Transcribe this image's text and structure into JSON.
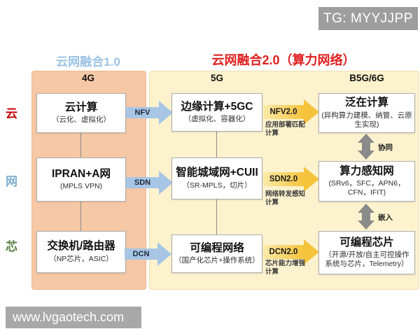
{
  "watermark_top": "TG: MYYJJPP",
  "watermark_bottom": "www.lvgaotech.com",
  "titles": {
    "v1": "云网融合1.0",
    "v2": "云网融合2.0（算力网络）"
  },
  "columns": {
    "c1": "4G",
    "c2": "5G",
    "c3": "B5G/6G"
  },
  "row_labels": {
    "cloud": "云",
    "network": "网",
    "chip": "芯"
  },
  "rows": [
    {
      "stage1": {
        "title": "云计算",
        "sub": "（云化、虚拟化）"
      },
      "arrow1": "NFV",
      "stage2": {
        "title": "边缘计算+5GC",
        "sub": "（虚拟化、容器化）"
      },
      "arrow2": "NFV2.0",
      "arrow2_note": "应用部署匹配计算",
      "stage3": {
        "title": "泛在计算",
        "sub": "(异构算力建模、纳管、云原生实现)"
      }
    },
    {
      "stage1": {
        "title": "IPRAN+A网",
        "sub": "(MPLS VPN)"
      },
      "arrow1": "SDN",
      "stage2": {
        "title": "智能城域网+CUII",
        "sub": "（SR-MPLS，切片）"
      },
      "arrow2": "SDN2.0",
      "arrow2_note": "网络转发感知计算",
      "stage3": {
        "title": "算力感知网",
        "sub": "(SRv6，SFC，APN6，CFN，IFIT)"
      }
    },
    {
      "stage1": {
        "title": "交换机/路由器",
        "sub": "（NP芯片，ASIC）"
      },
      "arrow1": "DCN",
      "stage2": {
        "title": "可编程网络",
        "sub": "（国产化芯片+操作系统）"
      },
      "arrow2": "DCN2.0",
      "arrow2_note": "芯片能力增强计算",
      "stage3": {
        "title": "可编程芯片",
        "sub": "（开源/开放/自主可控操作系统与芯片，Telemetry）"
      }
    }
  ],
  "links": {
    "link1": "协同",
    "link2": "嵌入"
  },
  "colors": {
    "title_v1": "#9CC2E4",
    "title_v2": "#E02020",
    "panel_left": "#F6C8A5",
    "panel_right": "#FCF2CE",
    "blue_arrow": "#A7C5E5",
    "yellow_arrow": "#F5C33C",
    "gray_arrow": "#8A8A8A",
    "label_cloud": "#C00000",
    "label_network": "#7FAECE",
    "label_chip": "#568245"
  }
}
